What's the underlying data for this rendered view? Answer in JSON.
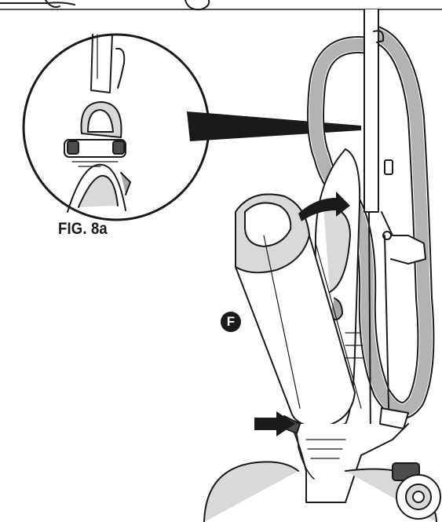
{
  "figure": {
    "label": "FIG. 8a",
    "callout": "F"
  },
  "colors": {
    "line": "#1a1a1a",
    "fill_light": "#ffffff",
    "fill_grey": "#d9d9d9",
    "fill_mid": "#a6a6a6",
    "fill_dark": "#4d4d4d"
  },
  "icons": {
    "arrow": "filled-arrow",
    "magnifier": "detail-circle"
  }
}
